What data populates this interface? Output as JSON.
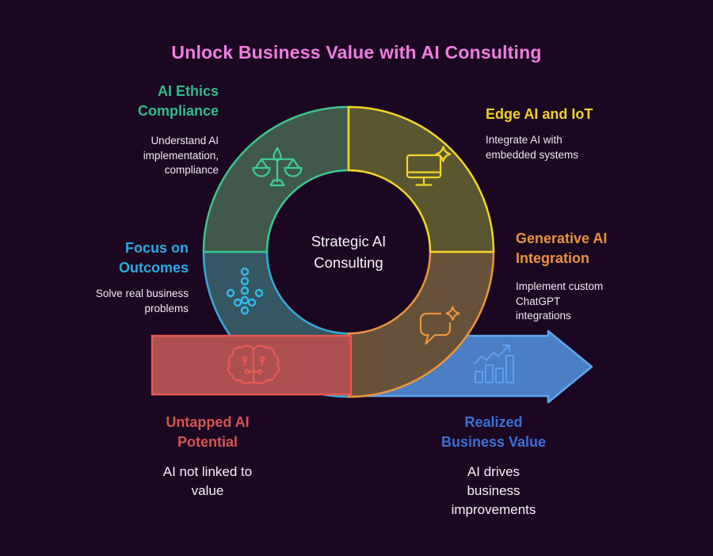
{
  "title": "Unlock Business Value with AI Consulting",
  "center": {
    "label": "Strategic AI\nConsulting"
  },
  "colors": {
    "background": "#1b0722",
    "title": "#f07ce0",
    "body_text": "#efe9f2",
    "emphasis_text": "#f6f2f7"
  },
  "segments": [
    {
      "name": "AI Ethics Compliance",
      "heading": "AI Ethics\nCompliance",
      "description": "Understand AI\nimplementation,\ncompliance",
      "heading_color": "#2ebd8b",
      "shape_fill": "#41594a",
      "shape_stroke": "#3bc590",
      "icon": "scales-icon",
      "icon_color": "#3fcb94"
    },
    {
      "name": "Edge AI and IoT",
      "heading": "Edge AI and IoT",
      "description": "Integrate AI with\nembedded systems",
      "heading_color": "#f0d226",
      "shape_fill": "#5a5630",
      "shape_stroke": "#f2d528",
      "icon": "monitor-sparkle-icon",
      "icon_color": "#f2d528"
    },
    {
      "name": "Generative AI Integration",
      "heading": "Generative AI\nIntegration",
      "description": "Implement custom\nChatGPT\nintegrations",
      "heading_color": "#e8913c",
      "shape_fill": "#675138",
      "shape_stroke": "#e9953f",
      "icon": "chat-sparkle-icon",
      "icon_color": "#e9953f"
    },
    {
      "name": "Focus on Outcomes",
      "heading": "Focus on\nOutcomes",
      "description": "Solve real business\nproblems",
      "heading_color": "#2aaae2",
      "shape_fill": "#355764",
      "shape_stroke": "#39a9db",
      "icon": "dotted-arrow-icon",
      "icon_color": "#35b9ec"
    },
    {
      "name": "Untapped AI Potential",
      "heading": "Untapped AI\nPotential",
      "description": "AI not linked to\nvalue",
      "heading_color": "#d65450",
      "shape_fill": "#ae4f4f",
      "shape_stroke": "#ea5850",
      "icon": "brain-icon",
      "icon_color": "#ea5a52"
    },
    {
      "name": "Realized Business Value",
      "heading": "Realized\nBusiness Value",
      "description": "AI drives\nbusiness\nimprovements",
      "heading_color": "#3b70d6",
      "shape_fill": "#4b7ec5",
      "shape_stroke": "#60a5ec",
      "icon": "bar-chart-icon",
      "icon_color": "#5f9ef0"
    }
  ]
}
